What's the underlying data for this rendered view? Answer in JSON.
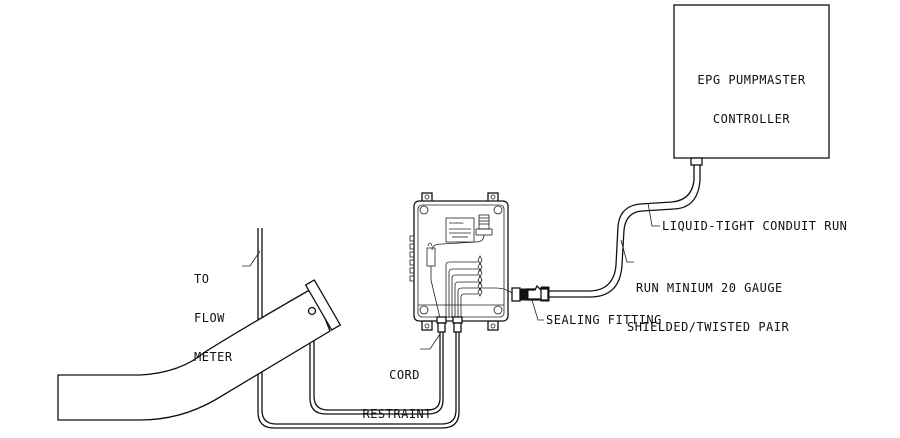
{
  "diagram": {
    "controller": {
      "line1": "EPG PUMPMASTER",
      "line2": "CONTROLLER"
    },
    "labels": {
      "conduit": "LIQUID-TIGHT CONDUIT RUN",
      "wire_line1": "RUN MINIUM 20 GAUGE",
      "wire_line2": "SHIELDED/TWISTED PAIR",
      "sealing": "SEALING FITTING",
      "cord_line1": "CORD",
      "cord_line2": "RESTRAINT",
      "flow_line1": "TO",
      "flow_line2": "FLOW",
      "flow_line3": "METER"
    },
    "enclosure": {
      "warning_label": "WARNING",
      "terminal_count": 6
    }
  }
}
